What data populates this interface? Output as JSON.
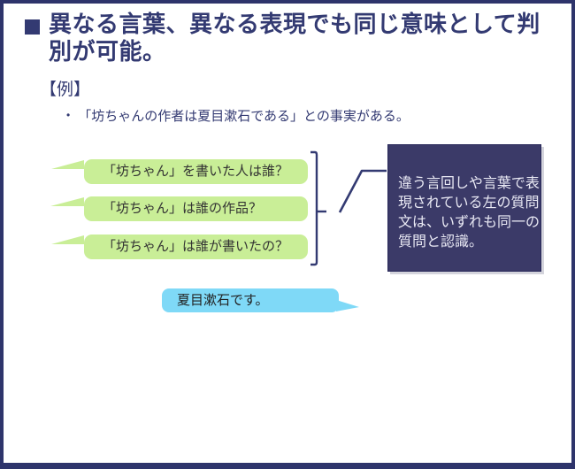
{
  "slide": {
    "title": "異なる言葉、異なる表現でも同じ意味として判別が可能。",
    "example": {
      "label": "【例】",
      "bullet_marker": "•",
      "text": "「坊ちゃんの作者は夏目漱石である」との事実がある。"
    },
    "question_bubbles": [
      {
        "text": "「坊ちゃん」を書いた人は誰？"
      },
      {
        "text": "「坊ちゃん」は誰の作品？"
      },
      {
        "text": "「坊ちゃん」は誰が書いたの？"
      }
    ],
    "annotation_box": {
      "text": "違う言回しや言葉で表現されている左の質問文は、いずれも同一の質問と認識。"
    },
    "answer_bubble": {
      "text": "夏目漱石です。"
    },
    "colors": {
      "navy": "#333a72",
      "border_navy": "#2e346b",
      "question_bubble_green": "#c9ee97",
      "answer_bubble_blue": "#7fd9f7",
      "annotation_box_bg": "#3b3a68",
      "annotation_box_text": "#e9e9f4",
      "bubble_text": "#333333"
    }
  }
}
